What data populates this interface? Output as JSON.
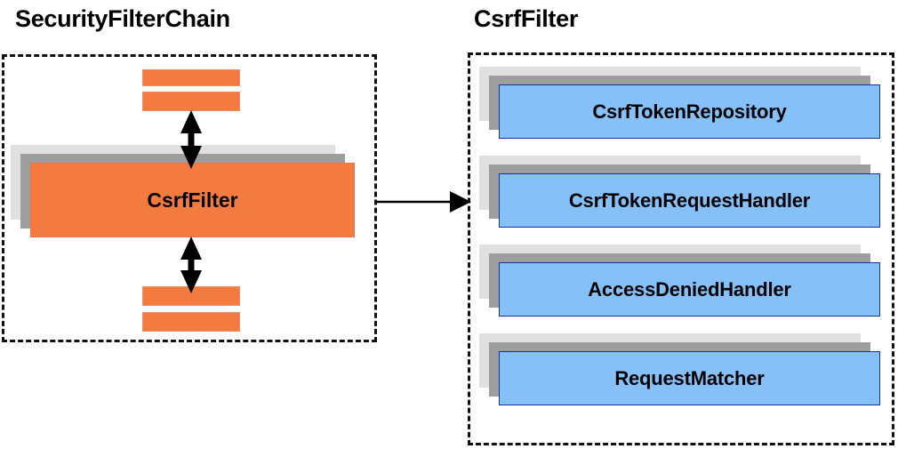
{
  "diagram": {
    "title_left": "SecurityFilterChain",
    "title_right": "CsrfFilter",
    "accent_orange": "#f47b3f",
    "accent_blue": "#85c0f9",
    "blue_border": "#16349b",
    "shadow_dark": "#9e9e9e",
    "shadow_light": "#e0e0e0",
    "border_color": "#111111"
  },
  "left_panel": {
    "title": "SecurityFilterChain",
    "filters_above": [
      {
        "label": ""
      },
      {
        "label": ""
      }
    ],
    "focus_node": {
      "label": "CsrfFilter"
    },
    "filters_below": [
      {
        "label": ""
      },
      {
        "label": ""
      }
    ],
    "arrow_above": "bidirectional-vertical-arrow",
    "arrow_below": "bidirectional-vertical-arrow"
  },
  "connector": {
    "kind": "arrow-right",
    "from": "CsrfFilter",
    "to": "CsrfFilter collaborators"
  },
  "right_panel": {
    "title": "CsrfFilter",
    "collaborators": [
      {
        "label": "CsrfTokenRepository"
      },
      {
        "label": "CsrfTokenRequestHandler"
      },
      {
        "label": "AccessDeniedHandler"
      },
      {
        "label": "RequestMatcher"
      }
    ]
  }
}
